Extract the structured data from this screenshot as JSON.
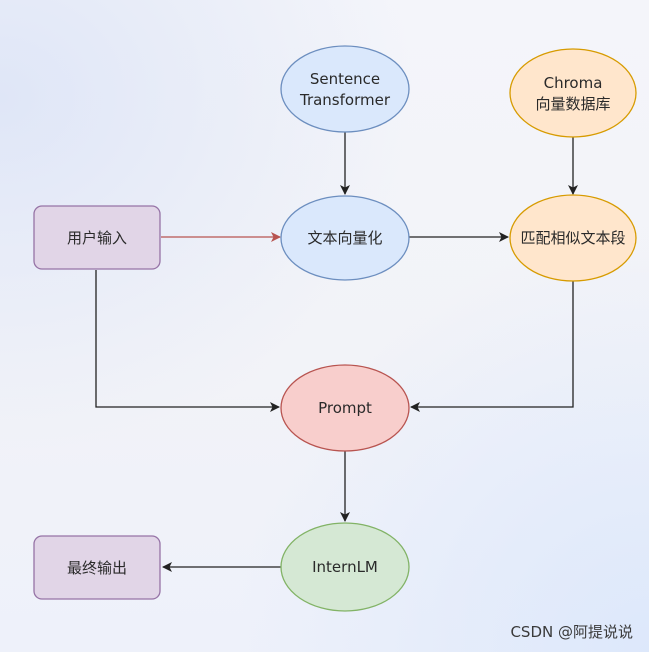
{
  "nodes": {
    "sentence_transformer": {
      "line1": "Sentence",
      "line2": "Transformer"
    },
    "chroma": {
      "line1": "Chroma",
      "line2": "向量数据库"
    },
    "user_input": {
      "label": "用户输入"
    },
    "text_vectorize": {
      "label": "文本向量化"
    },
    "match_similar": {
      "label": "匹配相似文本段"
    },
    "prompt": {
      "label": "Prompt"
    },
    "internlm": {
      "label": "InternLM"
    },
    "final_output": {
      "label": "最终输出"
    }
  },
  "colors": {
    "blue_fill": "#dae8fc",
    "blue_stroke": "#6c8ebf",
    "orange_fill": "#ffe6cc",
    "orange_stroke": "#d79b00",
    "purple_fill": "#e1d5e7",
    "purple_stroke": "#9673a6",
    "red_fill": "#f8cecc",
    "red_stroke": "#b85450",
    "green_fill": "#d5e8d4",
    "green_stroke": "#82b366",
    "edge": "#222222",
    "edge_highlight": "#b85450"
  },
  "watermark": "CSDN @阿提说说"
}
